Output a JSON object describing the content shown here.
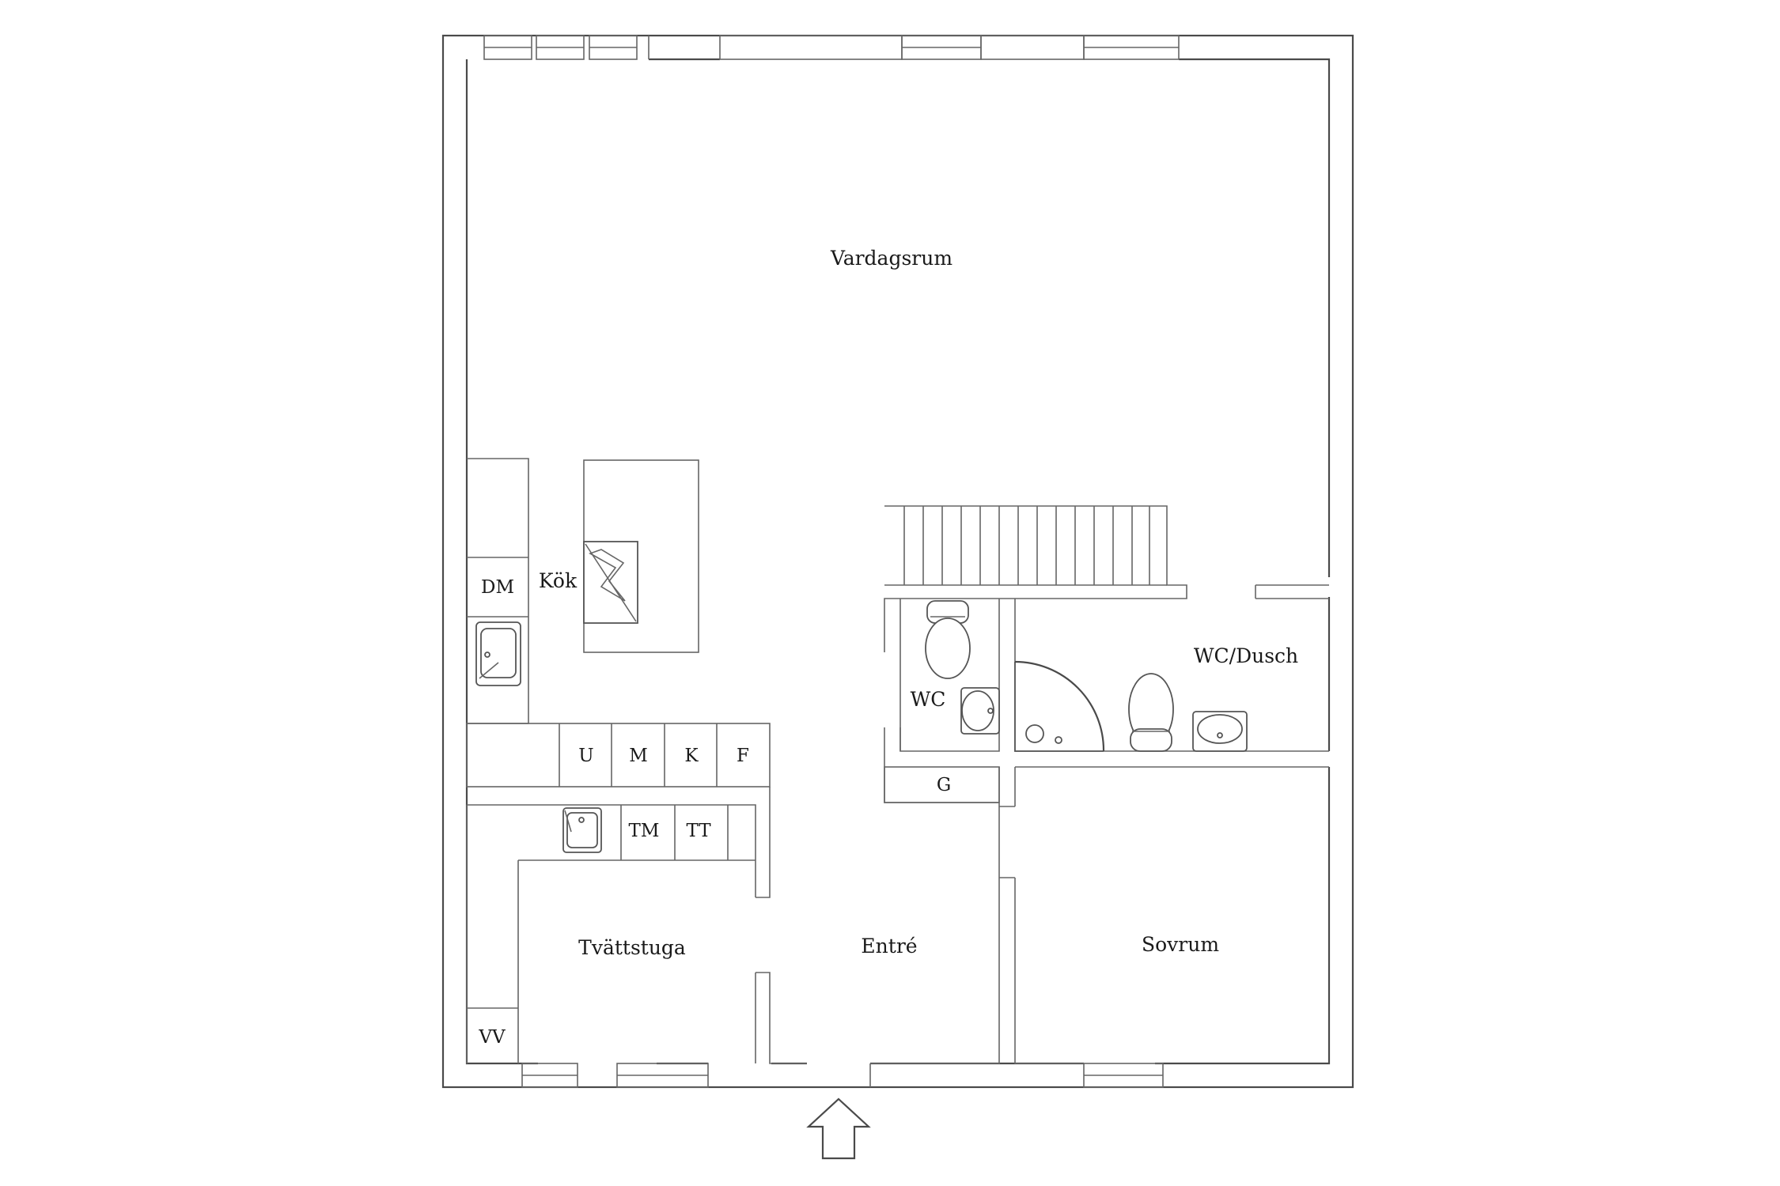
{
  "plan": {
    "rooms": {
      "vardagsrum": "Vardagsrum",
      "kok": "Kök",
      "wc": "WC",
      "wc_dusch": "WC/Dusch",
      "tvattstuga": "Tvättstuga",
      "entre": "Entré",
      "sovrum": "Sovrum"
    },
    "appliances": {
      "dm": "DM",
      "u": "U",
      "m": "M",
      "k": "K",
      "f": "F",
      "tm": "TM",
      "tt": "TT",
      "g": "G",
      "vv": "VV"
    }
  }
}
